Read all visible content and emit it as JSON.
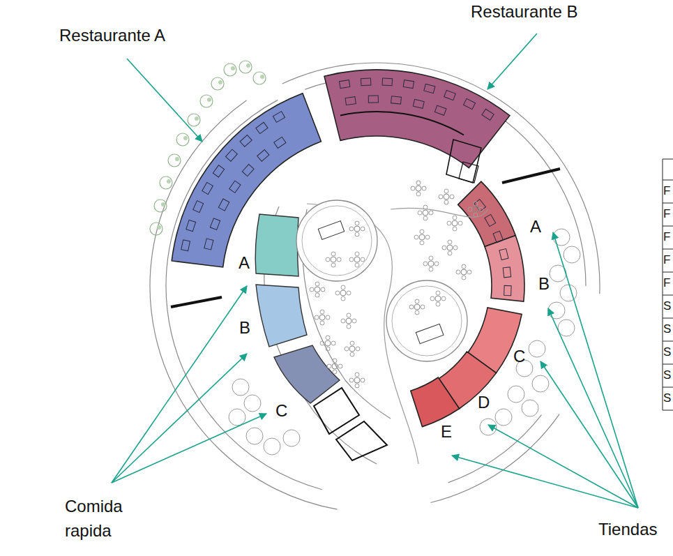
{
  "diagram": {
    "labels": [
      "Restaurante A",
      "Restaurante B",
      "A",
      "B",
      "C",
      "A",
      "B",
      "C",
      "D",
      "E",
      "Comida rapida",
      "Tiendas",
      "F",
      "F",
      "F",
      "F",
      "F",
      "S",
      "S",
      "S",
      "S",
      "S"
    ]
  }
}
